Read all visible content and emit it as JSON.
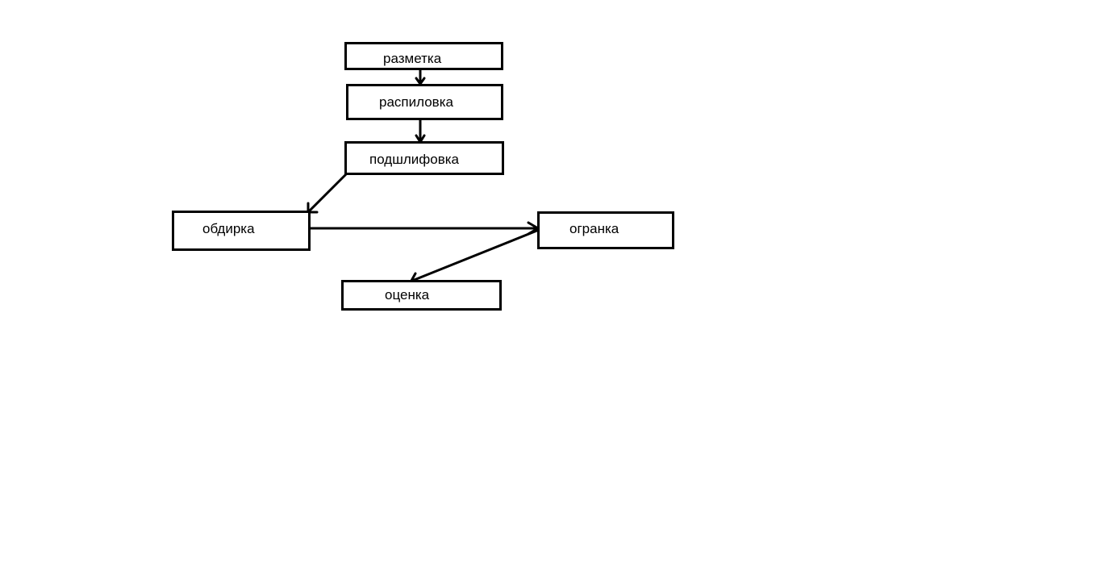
{
  "diagram": {
    "nodes": {
      "razmetka": "разметка",
      "raspilovka": "распиловка",
      "podshlifovka": "подшлифовка",
      "obdirka": "обдирка",
      "ogranka": "огранка",
      "otsenka": "оценка"
    },
    "edges": [
      {
        "from": "razmetka",
        "to": "raspilovka"
      },
      {
        "from": "raspilovka",
        "to": "podshlifovka"
      },
      {
        "from": "podshlifovka",
        "to": "obdirka"
      },
      {
        "from": "obdirka",
        "to": "ogranka"
      },
      {
        "from": "ogranka",
        "to": "otsenka"
      }
    ],
    "colors": {
      "line": "#000000",
      "background": "#ffffff",
      "text": "#000000"
    }
  }
}
